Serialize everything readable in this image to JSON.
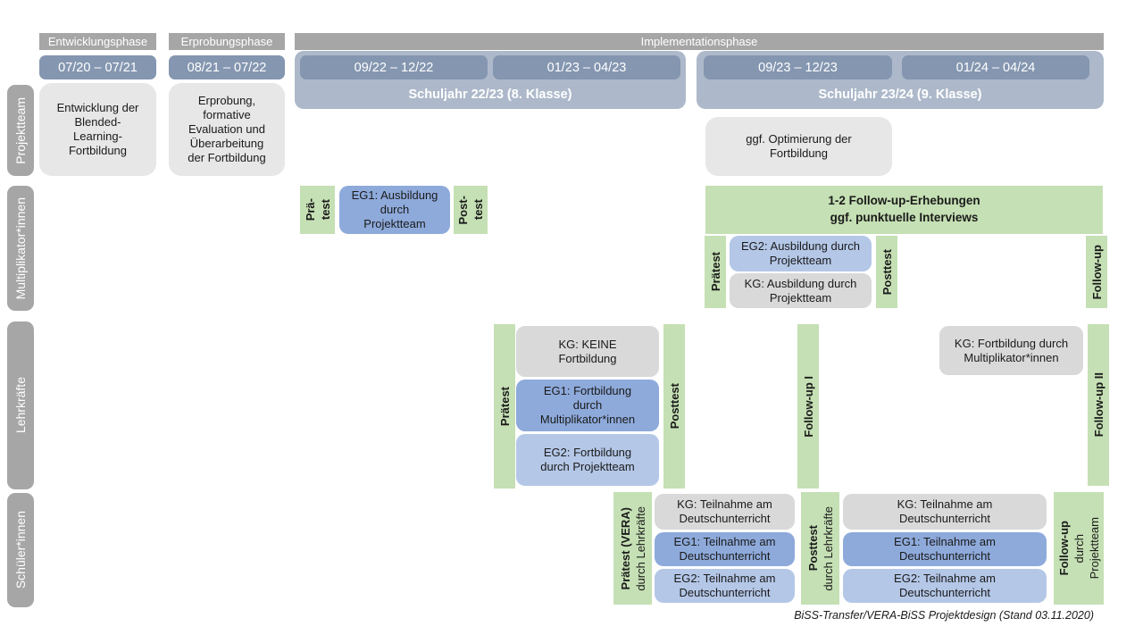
{
  "colors": {
    "phase_gray": "#a6a6a6",
    "date_blue": "#8496b0",
    "year_blue": "#adb9ca",
    "projekt_box_gray": "#e8e7e7",
    "kg_gray": "#d9d9d9",
    "eg1_blue": "#8eaadb",
    "eg2_blue": "#b4c7e7",
    "green": "#c5e0b4"
  },
  "phases": {
    "entwicklung": "Entwicklungsphase",
    "erprobung": "Erprobungsphase",
    "implementation": "Implementationsphase"
  },
  "dates": {
    "d1": "07/20 – 07/21",
    "d2": "08/21 – 07/22",
    "d3": "09/22 – 12/22",
    "d4": "01/23 – 04/23",
    "d5": "09/23 – 12/23",
    "d6": "01/24 – 04/24"
  },
  "years": {
    "y1": "Schuljahr 22/23 (8. Klasse)",
    "y2": "Schuljahr 23/24 (9. Klasse)"
  },
  "groups": {
    "g1": "Projektteam",
    "g2": "Multiplikator*innen",
    "g3": "Lehrkräfte",
    "g4": "Schüler*innen"
  },
  "projektteam": {
    "entwicklung_box": "Entwicklung der\nBlended-\nLearning-\nFortbildung",
    "erprobung_box": "Erprobung,\nformative\nEvaluation und\nÜberarbeitung\nder Fortbildung",
    "optimierung_box": "ggf. Optimierung der\nFortbildung"
  },
  "multiplikator": {
    "praetest1_l1": "Prä-",
    "praetest1_l2": "test",
    "eg1": "EG1: Ausbildung\ndurch\nProjektteam",
    "posttest1_l1": "Post-",
    "posttest1_l2": "test",
    "followup_box": "1-2 Follow-up-Erhebungen\nggf. punktuelle Interviews",
    "praetest2": "Prätest",
    "eg2": "EG2: Ausbildung durch\nProjektteam",
    "kg": "KG: Ausbildung durch\nProjektteam",
    "posttest2": "Posttest",
    "followup": "Follow-up"
  },
  "lehrkraefte": {
    "praetest": "Prätest",
    "kg": "KG: KEINE\nFortbildung",
    "eg1": "EG1: Fortbildung\ndurch\nMultiplikator*innen",
    "eg2": "EG2: Fortbildung\ndurch Projektteam",
    "posttest": "Posttest",
    "followup1": "Follow-up I",
    "kg2": "KG: Fortbildung durch\nMultiplikator*innen",
    "followup2": "Follow-up II"
  },
  "schueler": {
    "praetest_l1": "Prätest (VERA)",
    "praetest_l2": "durch Lehrkräfte",
    "kg": "KG: Teilnahme am\nDeutschunterricht",
    "eg1": "EG1: Teilnahme am\nDeutschunterricht",
    "eg2": "EG2: Teilnahme am\nDeutschunterricht",
    "posttest_l1": "Posttest",
    "posttest_l2": "durch Lehrkräfte",
    "kg2": "KG: Teilnahme am\nDeutschunterricht",
    "eg1b": "EG1: Teilnahme am\nDeutschunterricht",
    "eg2b": "EG2: Teilnahme am\nDeutschunterricht",
    "followup_l1": "Follow-up",
    "followup_l2": "durch",
    "followup_l3": "Projektteam"
  },
  "caption": "BiSS-Transfer/VERA-BiSS Projektdesign (Stand 03.11.2020)"
}
